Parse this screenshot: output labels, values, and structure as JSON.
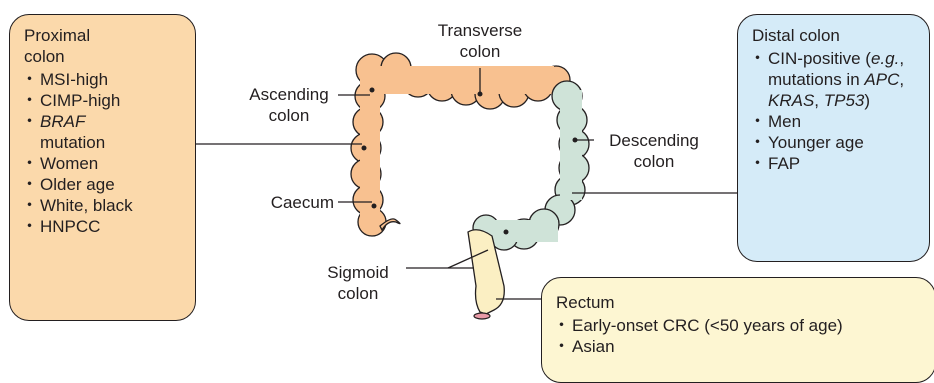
{
  "boxes": {
    "proximal": {
      "title": "Proximal colon",
      "items": [
        "MSI-high",
        "CIMP-high",
        "BRAF mutation",
        "Women",
        "Older age",
        "White, black",
        "HNPCC"
      ],
      "color": "#fbd9ab"
    },
    "distal": {
      "title": "Distal colon",
      "items": [
        "CIN-positive (e.g., mutations in APC, KRAS, TP53)",
        "Men",
        "Younger age",
        "FAP"
      ],
      "color": "#d5ebf8"
    },
    "rectum": {
      "title": "Rectum",
      "items": [
        "Early-onset CRC (<50 years of age)",
        "Asian"
      ],
      "color": "#fdf6d2"
    }
  },
  "segments": {
    "transverse": "Transverse colon",
    "ascending": "Ascending colon",
    "caecum": "Caecum",
    "descending": "Descending colon",
    "sigmoid": "Sigmoid colon"
  },
  "colors": {
    "proximal_segment": "#f8c190",
    "distal_segment": "#cfe3d8",
    "rectum_segment": "#fbefc3",
    "outline": "#231f20"
  }
}
